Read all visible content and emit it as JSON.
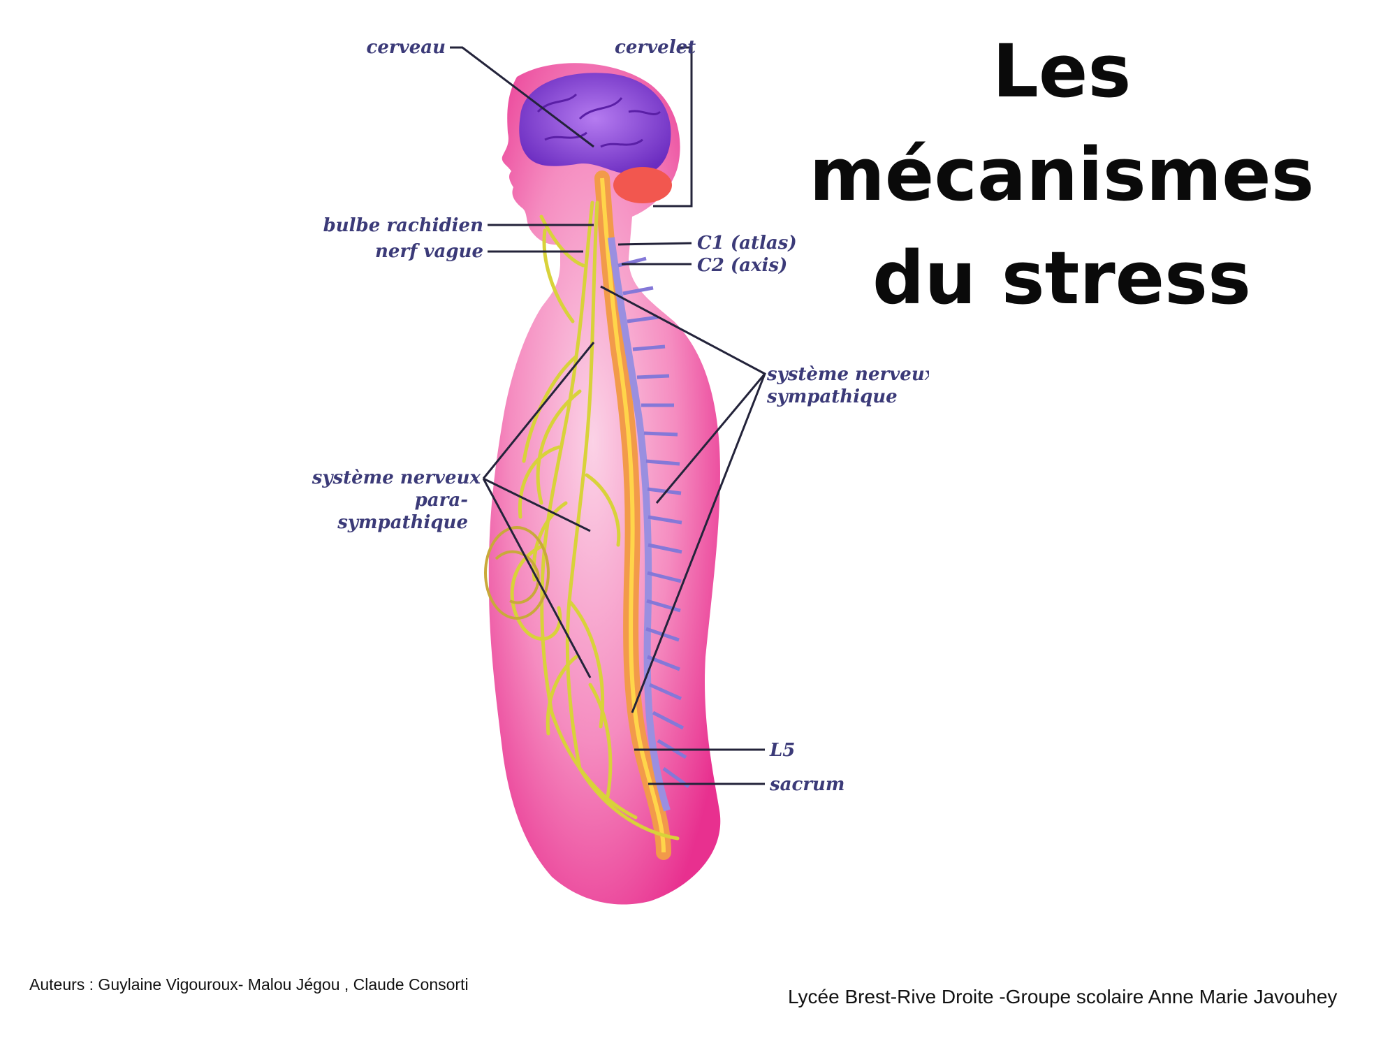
{
  "title": {
    "line1": "Les",
    "line2": "mécanismes",
    "line3": "du stress"
  },
  "labels": {
    "cerveau": "cerveau",
    "cervelet": "cervelet",
    "bulbe": "bulbe rachidien",
    "nerf_vague": "nerf vague",
    "c1": "C1 (atlas)",
    "c2": "C2   (axis)",
    "sympa_1": "système nerveux",
    "sympa_2": "sympathique",
    "para_1": "système nerveux",
    "para_2": "para-",
    "para_3": "sympathique",
    "l5": "L5",
    "sacrum": "sacrum"
  },
  "footer": {
    "authors": "Auteurs : Guylaine Vigouroux- Malou Jégou , Claude Consorti",
    "school": "Lycée Brest-Rive Droite -Groupe scolaire  Anne Marie Javouhey"
  },
  "colors": {
    "body": "#ee3f9b",
    "body_light": "#f7a6cf",
    "brain": "#8a3fd1",
    "cerebellum": "#f2574f",
    "nerves": "#d8d23a",
    "spine": "#f29a4a",
    "sympathetic": "#9a8fe0"
  }
}
